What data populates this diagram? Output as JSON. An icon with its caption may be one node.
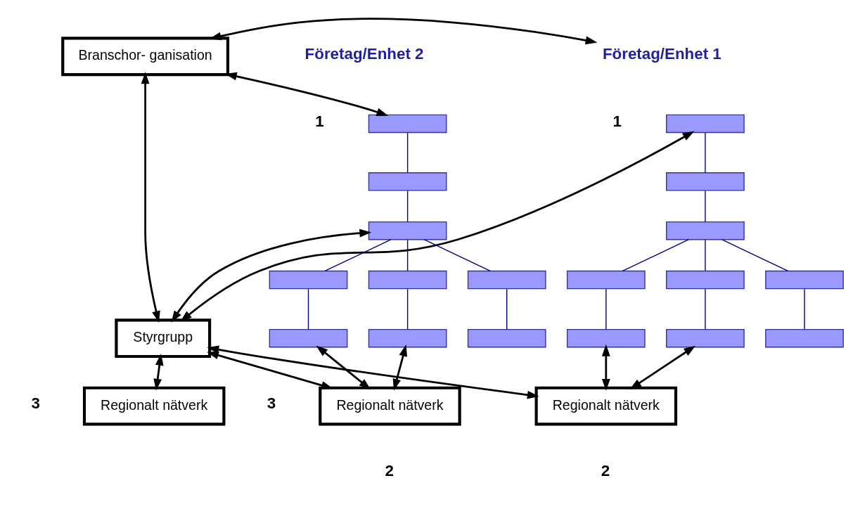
{
  "diagram": {
    "nodes": [
      {
        "text": [
          "Företag/Enhet 1"
        ]
      },
      {
        "text": [
          "Företag/Enhet 2"
        ]
      },
      {
        "text": [
          "Branschor- ganisation"
        ]
      },
      {
        "text": [
          "Styrgrupp"
        ]
      },
      {
        "text": [
          "Regionalt nätverk"
        ]
      },
      {
        "text": [
          "Regionalt nätverk"
        ]
      },
      {
        "text": [
          "Regionalt nätverk"
        ]
      },
      {
        "text": [],
        "shape": "box"
      },
      {
        "text": [],
        "shape": "box"
      },
      {
        "text": [],
        "shape": "box"
      },
      {
        "text": [],
        "shape": "box"
      },
      {
        "text": [],
        "shape": "box"
      },
      {
        "text": [],
        "shape": "box"
      },
      {
        "text": [],
        "shape": "box"
      },
      {
        "text": [],
        "shape": "box"
      },
      {
        "text": [],
        "shape": "box"
      },
      {
        "text": [],
        "shape": "box"
      },
      {
        "text": [],
        "shape": "box"
      },
      {
        "text": [],
        "shape": "box"
      },
      {
        "text": [],
        "shape": "box"
      },
      {
        "text": [],
        "shape": "box"
      },
      {
        "text": [],
        "shape": "box"
      },
      {
        "text": [],
        "shape": "box"
      },
      {
        "text": [],
        "shape": "box"
      },
      {
        "text": [],
        "shape": "box"
      }
    ],
    "edges": [
      {
        "from": 0,
        "to": 2,
        "arrow": "both",
        "color": "#000000"
      },
      {
        "from": 2,
        "to": 16,
        "arrow": "both",
        "color": "#000000"
      },
      {
        "from": 2,
        "to": 3,
        "arrow": "both",
        "color": "#000000"
      },
      {
        "from": 7,
        "to": 3,
        "arrow": "both",
        "color": "#000000"
      },
      {
        "from": 3,
        "to": 18,
        "arrow": "both",
        "color": "#000000"
      },
      {
        "from": 3,
        "to": 4,
        "arrow": "both",
        "color": "#000000"
      },
      {
        "from": 3,
        "to": 5,
        "arrow": "both",
        "color": "#000000"
      },
      {
        "from": 3,
        "to": 6,
        "arrow": "both",
        "color": "#000000"
      },
      {
        "from": 14,
        "to": 4,
        "arrow": "both",
        "color": "#000000"
      },
      {
        "from": 13,
        "to": 4,
        "arrow": "both",
        "color": "#000000"
      },
      {
        "from": 22,
        "to": 6,
        "arrow": "both",
        "color": "#000000"
      },
      {
        "from": 24,
        "to": 6,
        "arrow": "both",
        "color": "#000000"
      },
      {
        "from": 7,
        "to": 8,
        "arrow": "none",
        "color": "#000080"
      },
      {
        "from": 8,
        "to": 9,
        "arrow": "none",
        "color": "#000080"
      },
      {
        "from": 9,
        "to": 10,
        "arrow": "none",
        "color": "#000080"
      },
      {
        "from": 9,
        "to": 11,
        "arrow": "none",
        "color": "#000080"
      },
      {
        "from": 9,
        "to": 12,
        "arrow": "none",
        "color": "#000080"
      },
      {
        "from": 10,
        "to": 13,
        "arrow": "none",
        "color": "#000080"
      },
      {
        "from": 11,
        "to": 14,
        "arrow": "none",
        "color": "#000080"
      },
      {
        "from": 12,
        "to": 15,
        "arrow": "none",
        "color": "#000080"
      },
      {
        "from": 16,
        "to": 17,
        "arrow": "none",
        "color": "#000080"
      },
      {
        "from": 17,
        "to": 18,
        "arrow": "none",
        "color": "#000080"
      },
      {
        "from": 18,
        "to": 19,
        "arrow": "none",
        "color": "#000080"
      },
      {
        "from": 18,
        "to": 20,
        "arrow": "none",
        "color": "#000080"
      },
      {
        "from": 18,
        "to": 21,
        "arrow": "none",
        "color": "#000080"
      },
      {
        "from": 19,
        "to": 22,
        "arrow": "none",
        "color": "#000080"
      },
      {
        "from": 20,
        "to": 23,
        "arrow": "none",
        "color": "#000080"
      },
      {
        "from": 21,
        "to": 24,
        "arrow": "none",
        "color": "#000080"
      }
    ],
    "labels": [
      "1",
      "1",
      "3",
      "3",
      "2",
      "2"
    ]
  }
}
